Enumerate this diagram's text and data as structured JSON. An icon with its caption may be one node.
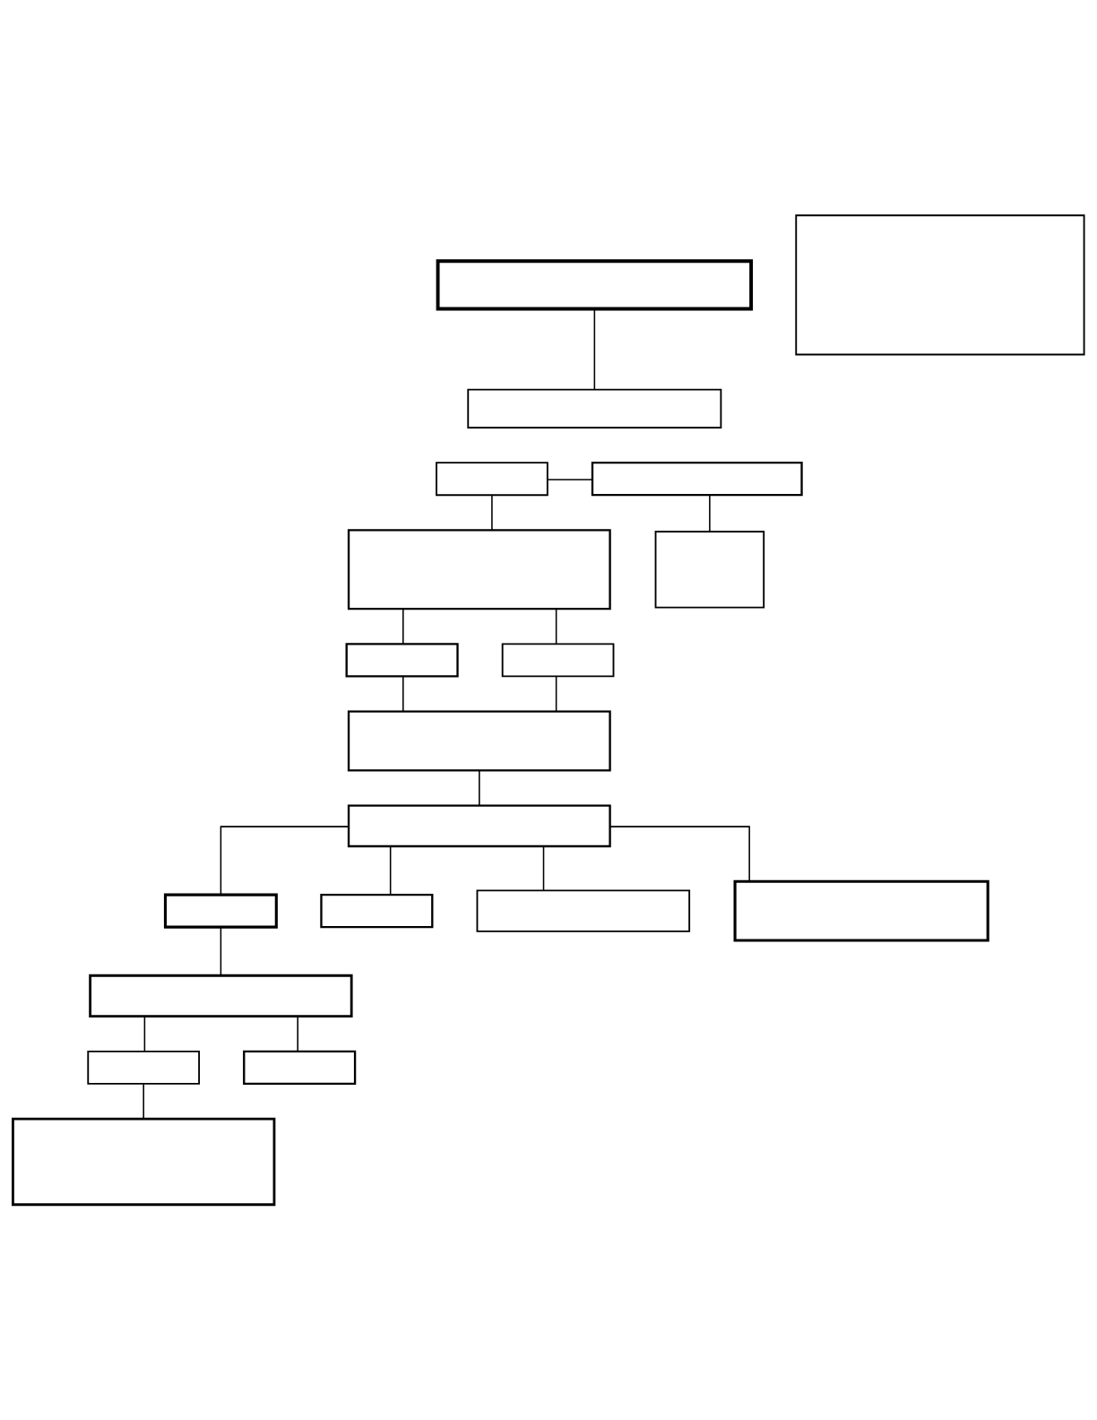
{
  "diagram": {
    "nodes": [
      {
        "text": [],
        "shape": "box"
      },
      {
        "text": [],
        "shape": "box"
      },
      {
        "text": [],
        "shape": "box"
      },
      {
        "text": [],
        "shape": "box"
      },
      {
        "text": [],
        "shape": "box"
      },
      {
        "text": [],
        "shape": "box"
      },
      {
        "text": [],
        "shape": "box"
      },
      {
        "text": [],
        "shape": "box"
      },
      {
        "text": [],
        "shape": "box"
      },
      {
        "text": [],
        "shape": "box"
      },
      {
        "text": [],
        "shape": "box"
      },
      {
        "text": [],
        "shape": "box"
      },
      {
        "text": [],
        "shape": "box"
      },
      {
        "text": [],
        "shape": "box"
      },
      {
        "text": [],
        "shape": "box"
      },
      {
        "text": [],
        "shape": "box"
      },
      {
        "text": [],
        "shape": "box"
      },
      {
        "text": [],
        "shape": "box"
      },
      {
        "text": [],
        "shape": "box"
      }
    ],
    "edges": [
      {
        "from": 0,
        "to": 1,
        "arrow": "none"
      },
      {
        "from": 3,
        "to": 4,
        "arrow": "none"
      },
      {
        "from": 3,
        "to": 5,
        "arrow": "none"
      },
      {
        "from": 4,
        "to": 6,
        "arrow": "none"
      },
      {
        "from": 5,
        "to": 7,
        "arrow": "none"
      },
      {
        "from": 5,
        "to": 8,
        "arrow": "none"
      },
      {
        "from": 7,
        "to": 9,
        "arrow": "none"
      },
      {
        "from": 8,
        "to": 9,
        "arrow": "none"
      },
      {
        "from": 9,
        "to": 10,
        "arrow": "none"
      },
      {
        "from": 10,
        "to": 11,
        "arrow": "none"
      },
      {
        "from": 10,
        "to": 12,
        "arrow": "none"
      },
      {
        "from": 10,
        "to": 13,
        "arrow": "none"
      },
      {
        "from": 10,
        "to": 14,
        "arrow": "none"
      },
      {
        "from": 11,
        "to": 15,
        "arrow": "none"
      },
      {
        "from": 15,
        "to": 16,
        "arrow": "none"
      },
      {
        "from": 15,
        "to": 17,
        "arrow": "none"
      },
      {
        "from": 16,
        "to": 18,
        "arrow": "none"
      }
    ]
  }
}
